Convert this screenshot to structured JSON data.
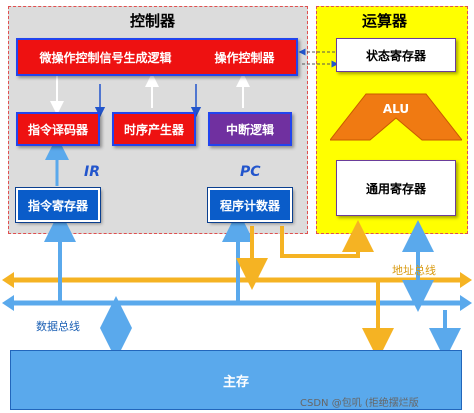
{
  "controller": {
    "title": "控制器",
    "micro_signal_generator": "微操作控制信号生成逻辑",
    "operation_controller": "操作控制器",
    "instruction_decoder": "指令译码器",
    "timing_generator": "时序产生器",
    "interrupt_logic": "中断逻辑",
    "ir_label": "IR",
    "pc_label": "PC",
    "instruction_register": "指令寄存器",
    "program_counter": "程序计数器"
  },
  "alu_unit": {
    "title": "运算器",
    "status_register": "状态寄存器",
    "alu": "ALU",
    "general_registers": "通用寄存器"
  },
  "buses": {
    "address_bus": "地址总线",
    "data_bus": "数据总线"
  },
  "memory": {
    "label": "主存"
  },
  "watermark": "CSDN @包叽 (拒绝摆烂版",
  "colors": {
    "address_bus": "#f5b323",
    "data_bus": "#5aa9ec",
    "controller_bg": "#dcdcdc",
    "alu_bg": "#ffff00",
    "red_box": "#ee1111",
    "purple_box": "#7030a0",
    "blue_box": "#0a5cc9",
    "alu_shape": "#f07a12"
  }
}
